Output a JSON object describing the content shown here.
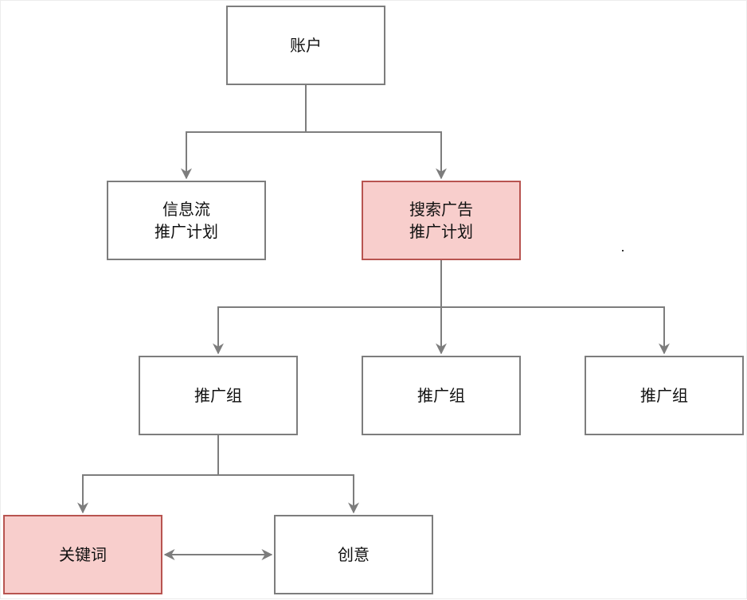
{
  "diagram": {
    "nodes": {
      "account": {
        "label": "账户"
      },
      "feed_plan": {
        "label": "信息流\n推广计划"
      },
      "search_plan": {
        "label": "搜索广告\n推广计划"
      },
      "group_1": {
        "label": "推广组"
      },
      "group_2": {
        "label": "推广组"
      },
      "group_3": {
        "label": "推广组"
      },
      "keyword": {
        "label": "关键词"
      },
      "creative": {
        "label": "创意"
      }
    },
    "edges": [
      {
        "from": "account",
        "to": "feed_plan"
      },
      {
        "from": "account",
        "to": "search_plan"
      },
      {
        "from": "search_plan",
        "to": "group_1"
      },
      {
        "from": "search_plan",
        "to": "group_2"
      },
      {
        "from": "search_plan",
        "to": "group_3"
      },
      {
        "from": "group_1",
        "to": "keyword"
      },
      {
        "from": "group_1",
        "to": "creative"
      },
      {
        "from": "keyword",
        "to": "creative",
        "bidirectional": true
      }
    ],
    "colors": {
      "highlight_fill": "#f8cecc",
      "highlight_stroke": "#b85450",
      "node_stroke": "#7d7d7d",
      "edge": "#7d7d7d"
    }
  }
}
